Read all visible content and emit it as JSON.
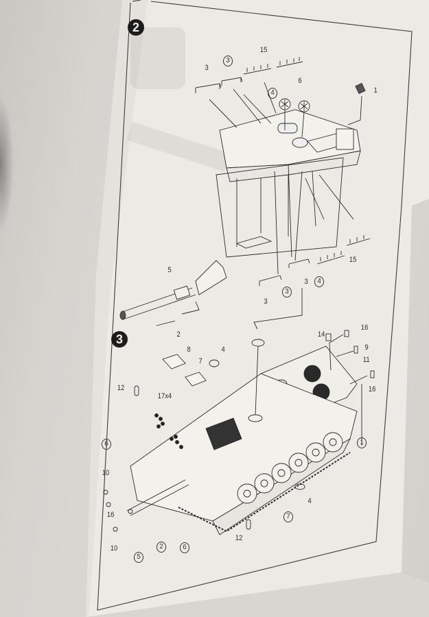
{
  "document": {
    "type": "model kit assembly instructions",
    "steps": [
      {
        "number": "2",
        "title_badge": "2",
        "part_labels": [
          {
            "id": "p3a",
            "text": "3"
          },
          {
            "id": "p3circ_top",
            "text": "3",
            "circled": true
          },
          {
            "id": "p15_top",
            "text": "15"
          },
          {
            "id": "p4circ_top",
            "text": "4",
            "circled": true
          },
          {
            "id": "p6",
            "text": "6"
          },
          {
            "id": "p1",
            "text": "1"
          },
          {
            "id": "p15_bottom",
            "text": "15"
          },
          {
            "id": "p3b",
            "text": "3"
          },
          {
            "id": "p4circ_bottom",
            "text": "4",
            "circled": true
          },
          {
            "id": "p3circ_bottom",
            "text": "3",
            "circled": true
          },
          {
            "id": "p3c",
            "text": "3"
          },
          {
            "id": "p5",
            "text": "5"
          },
          {
            "id": "p2",
            "text": "2"
          }
        ]
      },
      {
        "number": "3",
        "title_badge": "3",
        "part_labels": [
          {
            "id": "p8",
            "text": "8"
          },
          {
            "id": "p7",
            "text": "7"
          },
          {
            "id": "p4",
            "text": "4"
          },
          {
            "id": "p12_top",
            "text": "12"
          },
          {
            "id": "p17x4",
            "text": "17x4"
          },
          {
            "id": "p14",
            "text": "14"
          },
          {
            "id": "p16_top",
            "text": "16"
          },
          {
            "id": "p9",
            "text": "9"
          },
          {
            "id": "p11",
            "text": "11"
          },
          {
            "id": "p16_right",
            "text": "16"
          },
          {
            "id": "p1circ",
            "text": "1",
            "circled": true
          },
          {
            "id": "p6circ_left",
            "text": "6",
            "circled": true
          },
          {
            "id": "p10_top",
            "text": "10"
          },
          {
            "id": "p16_left",
            "text": "16"
          },
          {
            "id": "p10_bottom",
            "text": "10"
          },
          {
            "id": "p5circ",
            "text": "5",
            "circled": true
          },
          {
            "id": "p2circ",
            "text": "2",
            "circled": true
          },
          {
            "id": "p6circ_bottom",
            "text": "6",
            "circled": true
          },
          {
            "id": "p12_bottom",
            "text": "12"
          },
          {
            "id": "p7circ",
            "text": "7",
            "circled": true
          },
          {
            "id": "p4_bottom",
            "text": "4"
          }
        ]
      }
    ]
  },
  "colors": {
    "paper": "#ebe9e3",
    "ink": "#2a2a2a",
    "background": "#d4d2cd",
    "badge": "#1c1c1c"
  }
}
